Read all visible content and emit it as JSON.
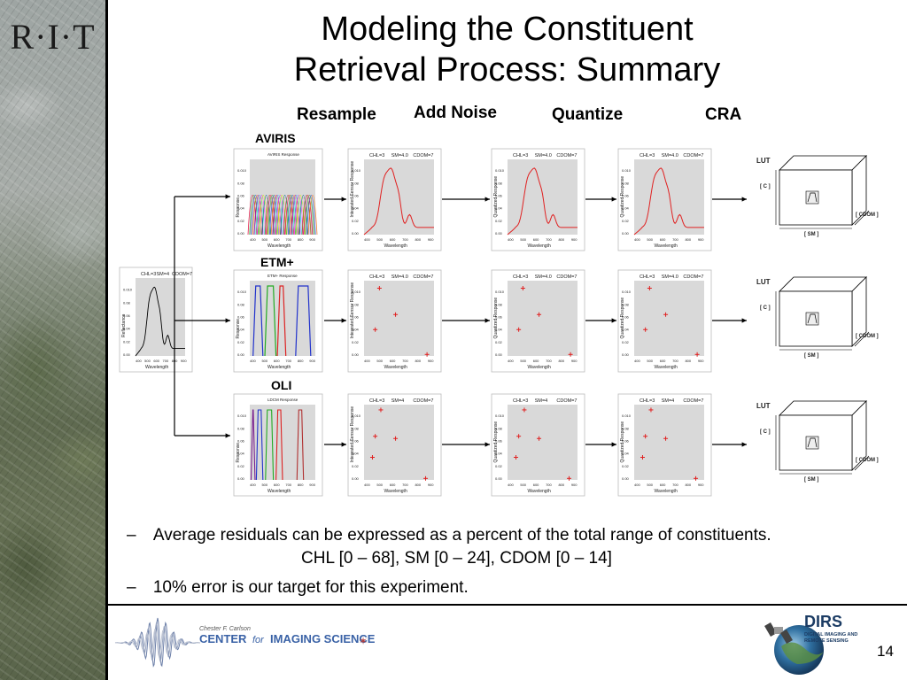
{
  "logo": "R·I·T",
  "title_line1": "Modeling the Constituent",
  "title_line2": "Retrieval Process: Summary",
  "steps": {
    "resample": "Resample",
    "add_noise": "Add Noise",
    "quantize": "Quantize",
    "cra": "CRA"
  },
  "sensors": {
    "aviris": "AVIRIS",
    "etm": "ETM+",
    "oli": "OLI"
  },
  "plot_text": {
    "input_header": [
      "CHL=3",
      "SM=4",
      "CDOM=7"
    ],
    "aviris_header": [
      "CHL=3",
      "SM=4.0",
      "CDOM=7"
    ],
    "row3_header": [
      "CHL=3",
      "SM=4",
      "CDOM=7"
    ],
    "aviris_response_title": "AVIRIS Response",
    "etm_response_title": "ETM+ Response",
    "oli_response_title": "LDCM Response",
    "ylabel_reflectance": "Reflectance",
    "ylabel_response": "Response",
    "ylabel_integrated": "Integrated Sensor Response",
    "ylabel_quantized": "Quantized Response",
    "xlabel": "Wavelength",
    "lut": "LUT",
    "c_axis": "[ C ]",
    "sm_axis": "[ SM ]",
    "cdom_axis": "[ CDOM ]"
  },
  "bullets": [
    {
      "dash": "–",
      "text": "Average residuals can be expressed as a percent of the total range of constituents.",
      "sub": "CHL [0 – 68], SM [0 – 24], CDOM [0 – 14]"
    },
    {
      "dash": "–",
      "text": "10% error is our target for this experiment."
    }
  ],
  "footer": {
    "cis_small": "Chester F. Carlson",
    "cis_center": "CENTER",
    "cis_for": "for",
    "cis_imaging": "IMAGING SCIENCE",
    "dirs": "DIRS",
    "dirs_line1": "DIGITAL IMAGING AND",
    "dirs_line2": "REMOTE SENSING"
  },
  "page_number": "14",
  "colors": {
    "curve": "#e02020",
    "etm_blue": "#2233cc",
    "etm_green": "#22aa22",
    "etm_red": "#dd2222"
  }
}
